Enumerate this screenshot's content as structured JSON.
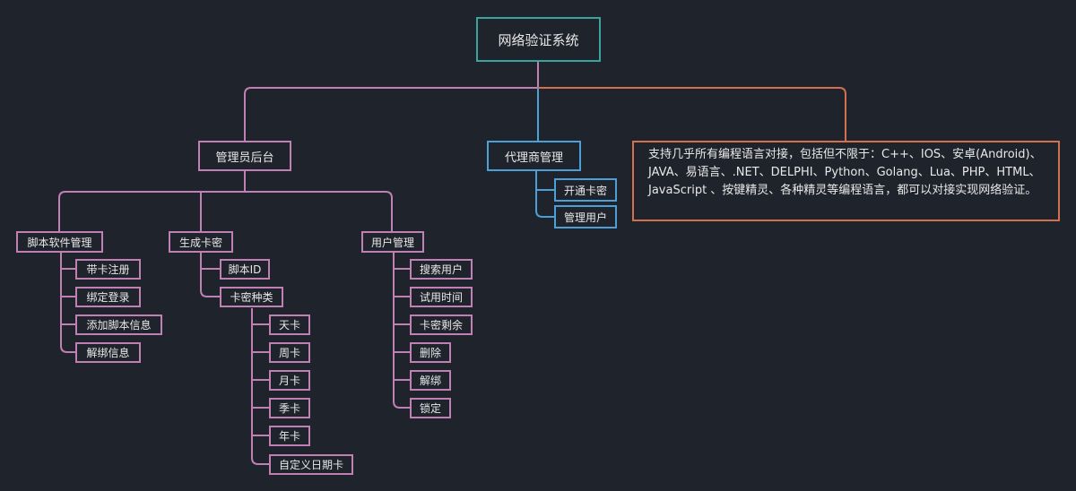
{
  "root": "网络验证系统",
  "admin": {
    "label": "管理员后台",
    "script_mgmt": {
      "label": "脚本软件管理",
      "items": [
        "带卡注册",
        "绑定登录",
        "添加脚本信息",
        "解绑信息"
      ]
    },
    "card_gen": {
      "label": "生成卡密",
      "script_id": "脚本ID",
      "card_types": {
        "label": "卡密种类",
        "items": [
          "天卡",
          "周卡",
          "月卡",
          "季卡",
          "年卡",
          "自定义日期卡"
        ]
      }
    },
    "user_mgmt": {
      "label": "用户管理",
      "items": [
        "搜索用户",
        "试用时间",
        "卡密剩余",
        "删除",
        "解绑",
        "锁定"
      ]
    }
  },
  "agent": {
    "label": "代理商管理",
    "items": [
      "开通卡密",
      "管理用户"
    ]
  },
  "note": "支持几乎所有编程语言对接，包括但不限于：C++、IOS、安卓(Android)、JAVA、易语言、.NET、DELPHI、Python、Golang、Lua、PHP、HTML、JavaScript 、按键精灵、各种精灵等编程语言，都可以对接实现网络验证。",
  "colors": {
    "background": "#1f232c",
    "root_border": "#3aa3a0",
    "admin_branch": "#c080b4",
    "agent_branch": "#4d9fd8",
    "note_branch": "#d2704f"
  }
}
